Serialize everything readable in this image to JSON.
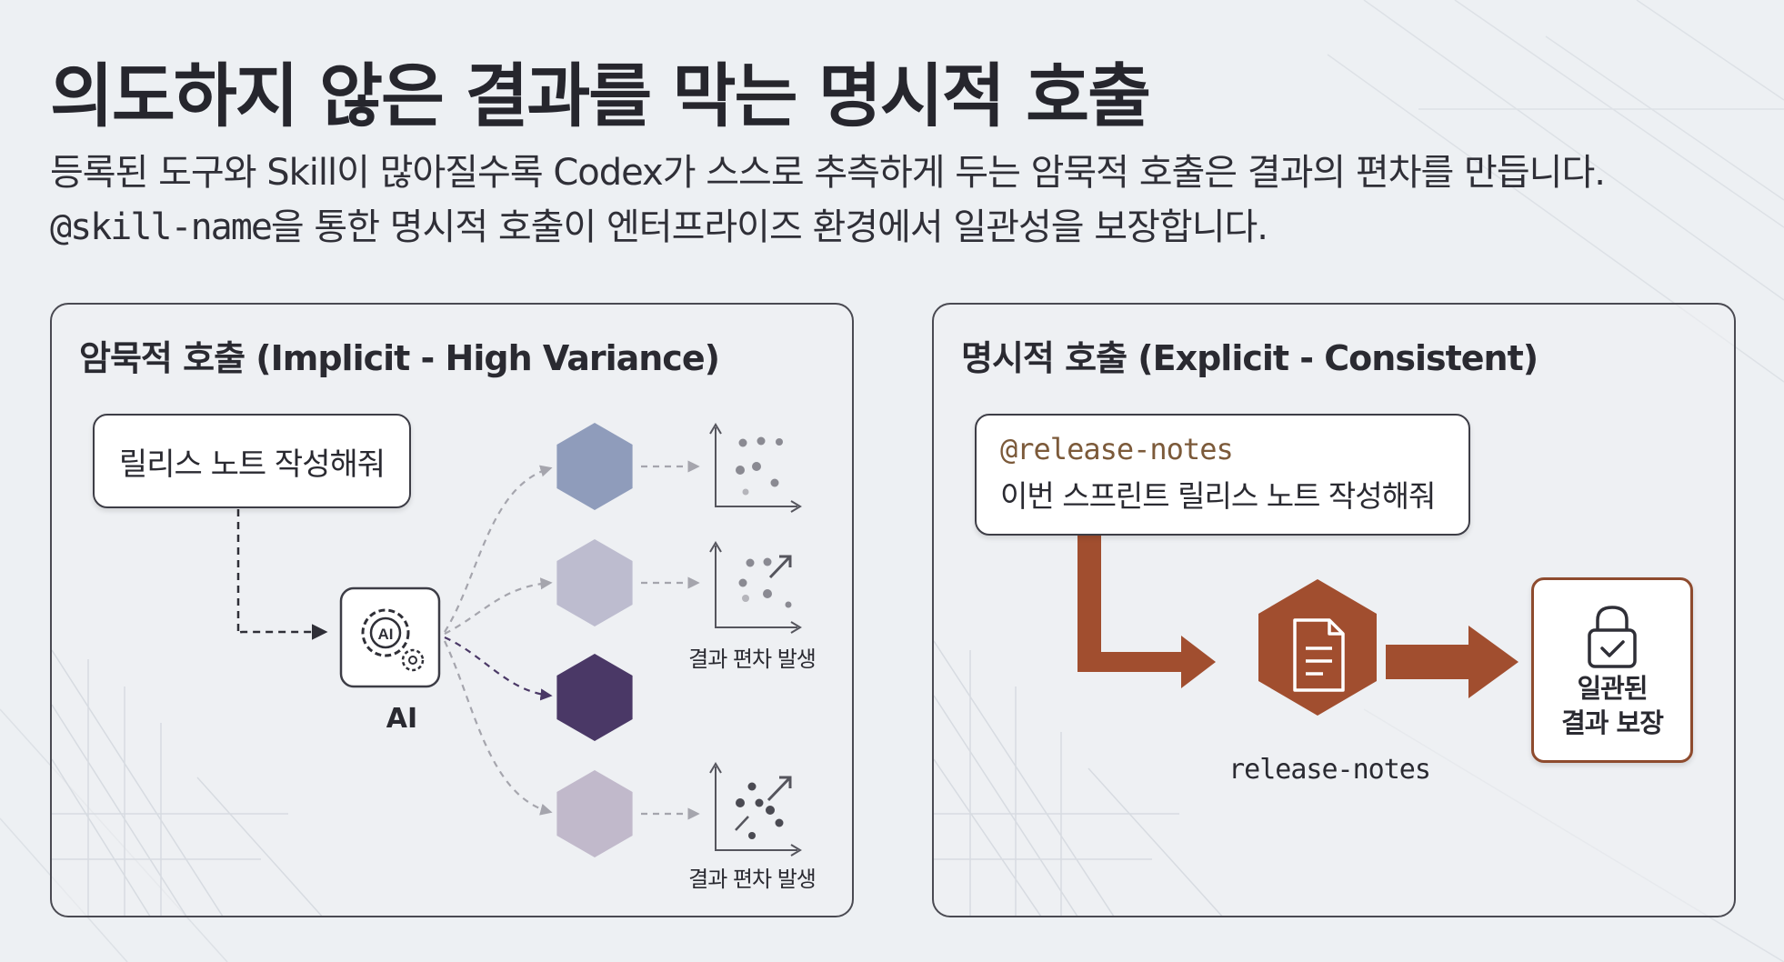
{
  "title": "의도하지 않은 결과를 막는 명시적 호출",
  "subtitle": {
    "line1": "등록된 도구와 Skill이 많아질수록 Codex가 스스로 추측하게 두는 암묵적 호출은 결과의 편차를 만듭니다.",
    "line2_code": "@skill-name",
    "line2_rest": "을 통한 명시적 호출이 엔터프라이즈 환경에서 일관성을 보장합니다."
  },
  "implicit_panel": {
    "title": "암묵적 호출 (Implicit - High Variance)",
    "prompt": "릴리스 노트 작성해줘",
    "ai_icon_text": "AI",
    "ai_label": "AI",
    "variance_label": "결과 편차 발생",
    "outcome_colors": [
      "#8f9cbb",
      "#bdbccf",
      "#4a3866",
      "#c1b9cb"
    ]
  },
  "explicit_panel": {
    "title": "명시적 호출 (Explicit - Consistent)",
    "skill_mention": "@release-notes",
    "prompt": "이번 스프린트 릴리스 노트 작성해줘",
    "skill_label": "release-notes",
    "result_line1": "일관된",
    "result_line2": "결과 보장",
    "accent_color": "#a14e2f"
  },
  "icons": [
    "ai-gear-icon",
    "document-icon",
    "lock-check-icon",
    "scatter-plot-icon",
    "hexagon-icon"
  ]
}
